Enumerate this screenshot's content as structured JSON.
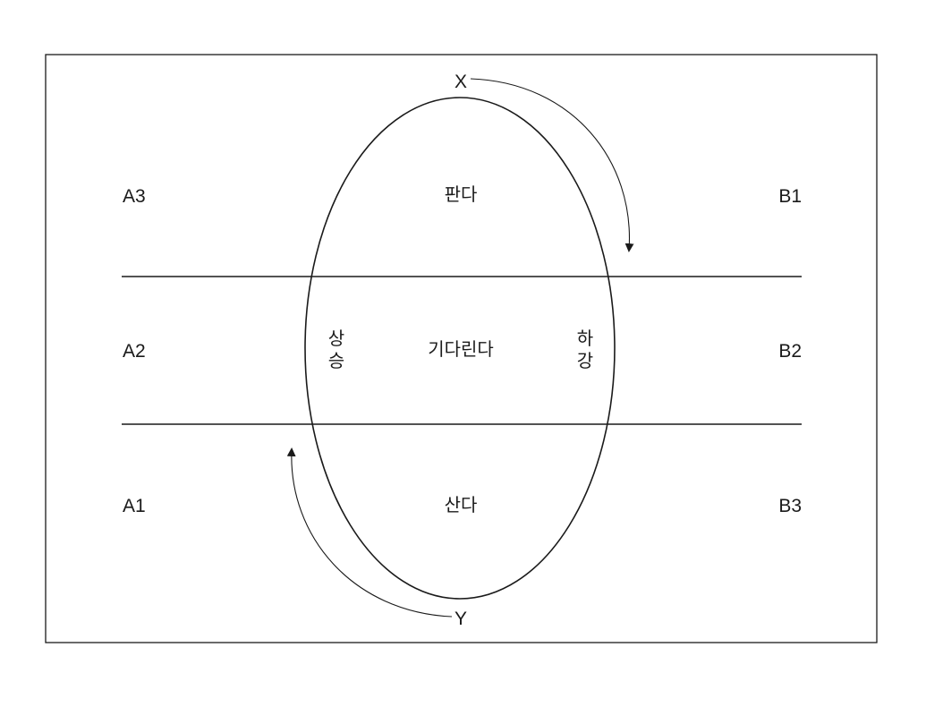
{
  "diagram": {
    "top_point": "X",
    "bottom_point": "Y",
    "left_labels": {
      "top": "A3",
      "middle": "A2",
      "bottom": "A1"
    },
    "right_labels": {
      "top": "B1",
      "middle": "B2",
      "bottom": "B3"
    },
    "zones": {
      "top": "판다",
      "middle": "기다린다",
      "bottom": "산다"
    },
    "side_labels": {
      "left_rise": [
        "상",
        "승"
      ],
      "right_fall": [
        "하",
        "강"
      ]
    },
    "colors": {
      "stroke": "#1a1a1a",
      "text": "#1a1a1a",
      "background": "#ffffff"
    }
  }
}
